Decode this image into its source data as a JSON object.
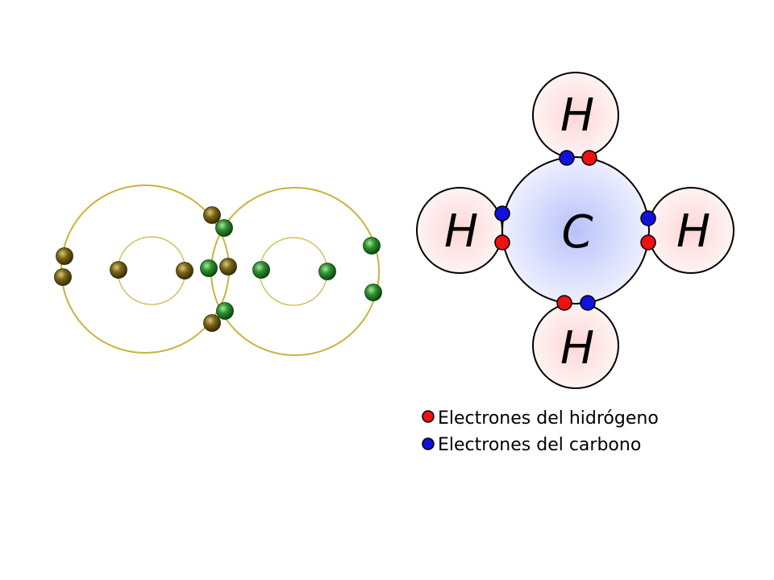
{
  "colors": {
    "orbit_shell": "#c9b33c",
    "atom_a_electron": "#6b5a10",
    "atom_b_electron": "#2f8a2f",
    "hydrogen_electron": "#ee1111",
    "carbon_electron": "#1111dd",
    "hydrogen_fill": "#fde8e8",
    "carbon_fill": "#cdd4fb",
    "outline": "#000000"
  },
  "methane": {
    "carbon_symbol": "C",
    "hydrogen_symbol": "H"
  },
  "legend": [
    {
      "label": "Electrones del hidrógeno",
      "color_key": "hydrogen_electron"
    },
    {
      "label": "Electrones del carbono",
      "color_key": "carbon_electron"
    }
  ]
}
